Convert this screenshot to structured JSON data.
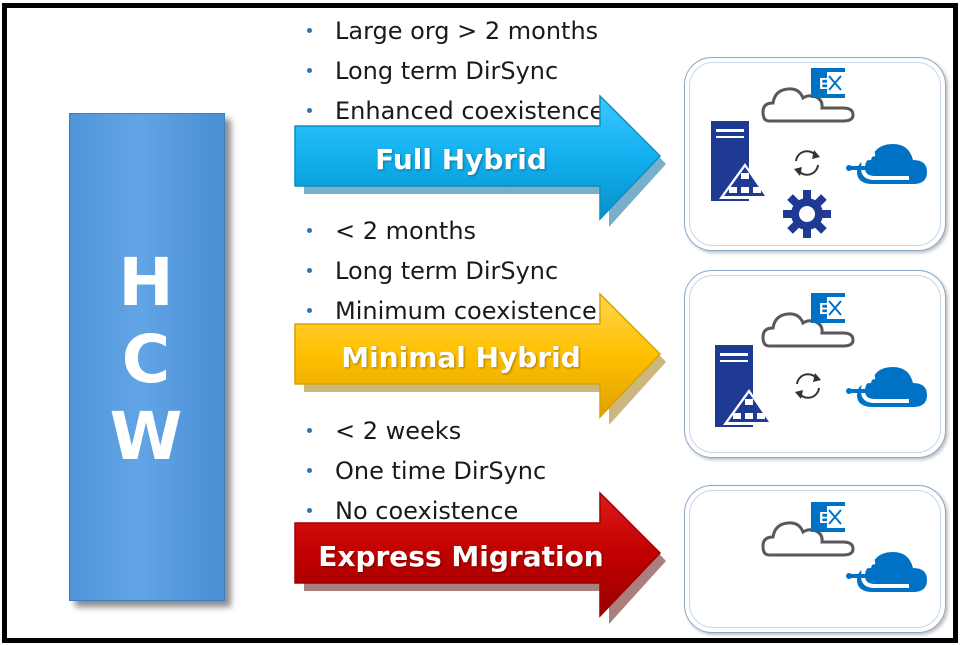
{
  "hcw": {
    "letters": [
      "H",
      "C",
      "W"
    ]
  },
  "options": [
    {
      "title": "Full Hybrid",
      "bullets": [
        "Large org > 2 months",
        "Long term DirSync",
        "Enhanced coexistence"
      ],
      "arrow_color": "#19b4f0",
      "icons": [
        "on-prem-server-icon",
        "cloud-exchange-icon",
        "sync-icon",
        "azure-cloud-icon",
        "gear-icon"
      ]
    },
    {
      "title": "Minimal Hybrid",
      "bullets": [
        "< 2 months",
        "Long term DirSync",
        "Minimum coexistence"
      ],
      "arrow_color": "#ffc000",
      "icons": [
        "on-prem-server-icon",
        "cloud-exchange-icon",
        "sync-icon",
        "azure-cloud-icon"
      ]
    },
    {
      "title": "Express Migration",
      "bullets": [
        "< 2 weeks",
        "One time DirSync",
        "No coexistence"
      ],
      "arrow_color": "#c00000",
      "icons": [
        "cloud-exchange-icon",
        "azure-cloud-icon"
      ]
    }
  ],
  "colors": {
    "hcw_bar": "#5b9bd5",
    "icon_blue": "#0072c6",
    "server_navy": "#1f3a93",
    "cloud_gray": "#595959"
  }
}
